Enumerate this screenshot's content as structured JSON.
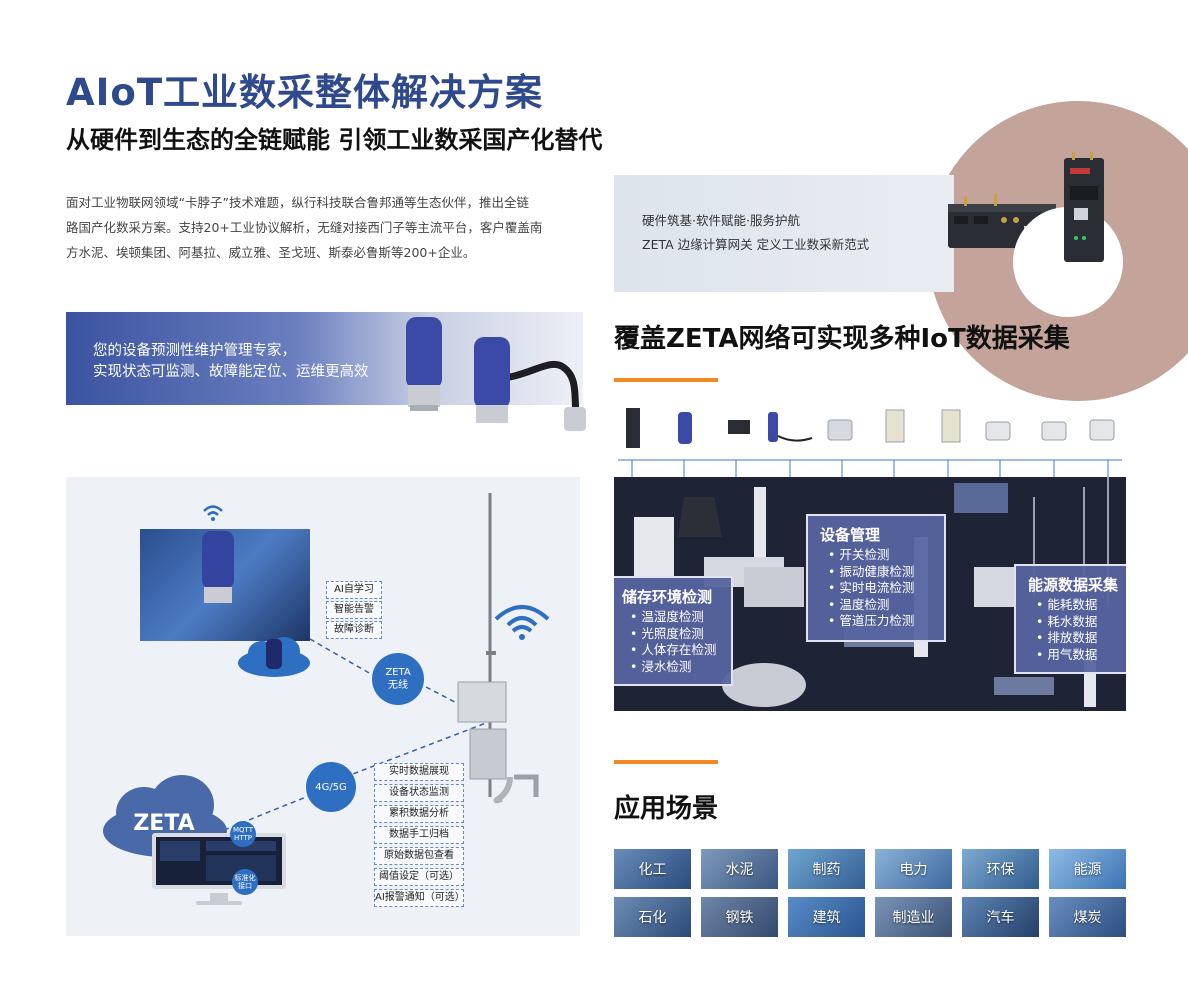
{
  "header": {
    "title": "AIoT工业数采整体解决方案",
    "subtitle": "从硬件到生态的全链赋能 引领工业数采国产化替代"
  },
  "intro": {
    "lines": [
      "面对工业物联网领域“卡脖子”技术难题，纵行科技联合鲁邦通等生态伙伴，推出全链",
      "路国产化数采方案。支持20+工业协议解析，无缝对接西门子等主流平台，客户覆盖南",
      "方水泥、埃顿集团、阿基拉、威立雅、圣戈班、斯泰必鲁斯等200+企业。"
    ]
  },
  "hardware_card": {
    "line1": "硬件筑基·软件赋能·服务护航",
    "line2": "ZETA 边缘计算网关 定义工业数采新范式"
  },
  "banner": {
    "line1": "您的设备预测性维护管理专家，",
    "line2": "实现状态可监测、故障能定位、运维更高效"
  },
  "diagram": {
    "ai_features": [
      "AI自学习",
      "智能告警",
      "故障诊断"
    ],
    "zeta_wireless": [
      "ZETA",
      "无线"
    ],
    "cellular": "4G/5G",
    "cloud_label": "ZETA",
    "platform_features": [
      "实时数据展现",
      "设备状态监测",
      "累积数据分析",
      "数据手工归档",
      "原始数据包查看",
      "阈值设定（可选）",
      "AI报警通知（可选）"
    ],
    "monitor_badges": {
      "mqtt": [
        "MQTT",
        "HTTP"
      ],
      "std": [
        "标准化",
        "接口"
      ]
    }
  },
  "zeta_section": {
    "title": "覆盖ZETA网络可实现多种IoT数据采集",
    "boxes": [
      {
        "title": "储存环境检测",
        "items": [
          "温湿度检测",
          "光照度检测",
          "人体存在检测",
          "浸水检测"
        ]
      },
      {
        "title": "设备管理",
        "items": [
          "开关检测",
          "振动健康检测",
          "实时电流检测",
          "温度检测",
          "管道压力检测"
        ]
      },
      {
        "title": "能源数据采集",
        "items": [
          "能耗数据",
          "耗水数据",
          "排放数据",
          "用气数据"
        ]
      }
    ]
  },
  "applications": {
    "title": "应用场景",
    "tiles": [
      "化工",
      "水泥",
      "制药",
      "电力",
      "环保",
      "能源",
      "石化",
      "钢铁",
      "建筑",
      "制造业",
      "汽车",
      "煤炭"
    ]
  },
  "colors": {
    "title_blue": "#2e4a8c",
    "accent_orange": "#f08a24",
    "blush": "#c4a39a",
    "panel_dark": "#1e2436",
    "info_box": "#5664a0",
    "badge_blue": "#2f6fc2"
  }
}
